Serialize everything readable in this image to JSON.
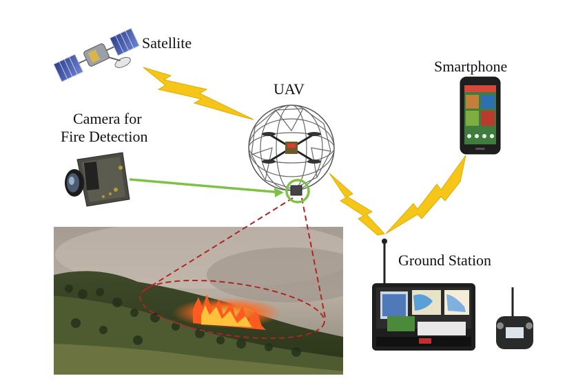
{
  "labels": {
    "satellite": "Satellite",
    "uav": "UAV",
    "camera_line1": "Camera for",
    "camera_line2": "Fire Detection",
    "smartphone": "Smartphone",
    "ground_station": "Ground Station"
  },
  "colors": {
    "lightning": "#f5c518",
    "camera_link": "#7dc242",
    "focus_circle": "#7dc242",
    "view_cone": "#b22222",
    "fire": "#ff5a1f"
  },
  "icons": {
    "satellite": "satellite-icon",
    "uav": "quadcopter-in-cage-icon",
    "camera": "camera-module-icon",
    "smartphone": "smartphone-icon",
    "ground_station": "ground-station-case-icon",
    "remote_controller": "rc-transmitter-icon",
    "forest_fire": "forest-fire-photo"
  }
}
